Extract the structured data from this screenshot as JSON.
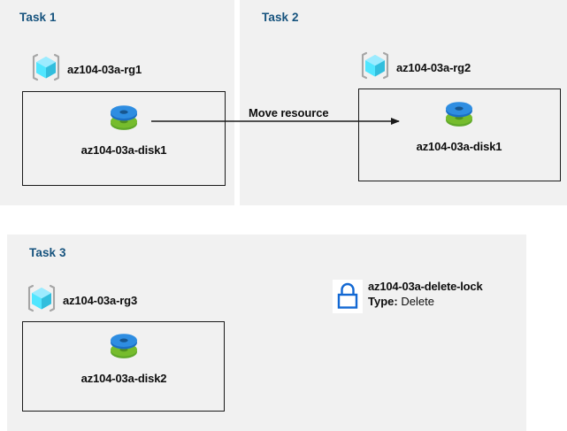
{
  "meta": {
    "diagram_title": "Azure resource group tasks diagram",
    "background_color": "#ffffff",
    "panel_color": "#f1f1f1",
    "heading_color": "#16537e",
    "line_color": "#1a1a1a"
  },
  "icons": {
    "resource_group": "resource-group-cube-icon",
    "disk": "managed-disk-icon",
    "lock": "delete-lock-icon"
  },
  "panels": [
    {
      "id": "task1",
      "title": "Task 1",
      "resource_group": "az104-03a-rg1",
      "resource": "az104-03a-disk1"
    },
    {
      "id": "task2",
      "title": "Task 2",
      "resource_group": "az104-03a-rg2",
      "resource": "az104-03a-disk1"
    },
    {
      "id": "task3",
      "title": "Task 3",
      "resource_group": "az104-03a-rg3",
      "resource": "az104-03a-disk2"
    }
  ],
  "connections": {
    "move_resource_label": "Move resource"
  },
  "lock": {
    "name": "az104-03a-delete-lock",
    "type_label": "Type:",
    "type_value": "Delete",
    "color": "#1268d3"
  }
}
